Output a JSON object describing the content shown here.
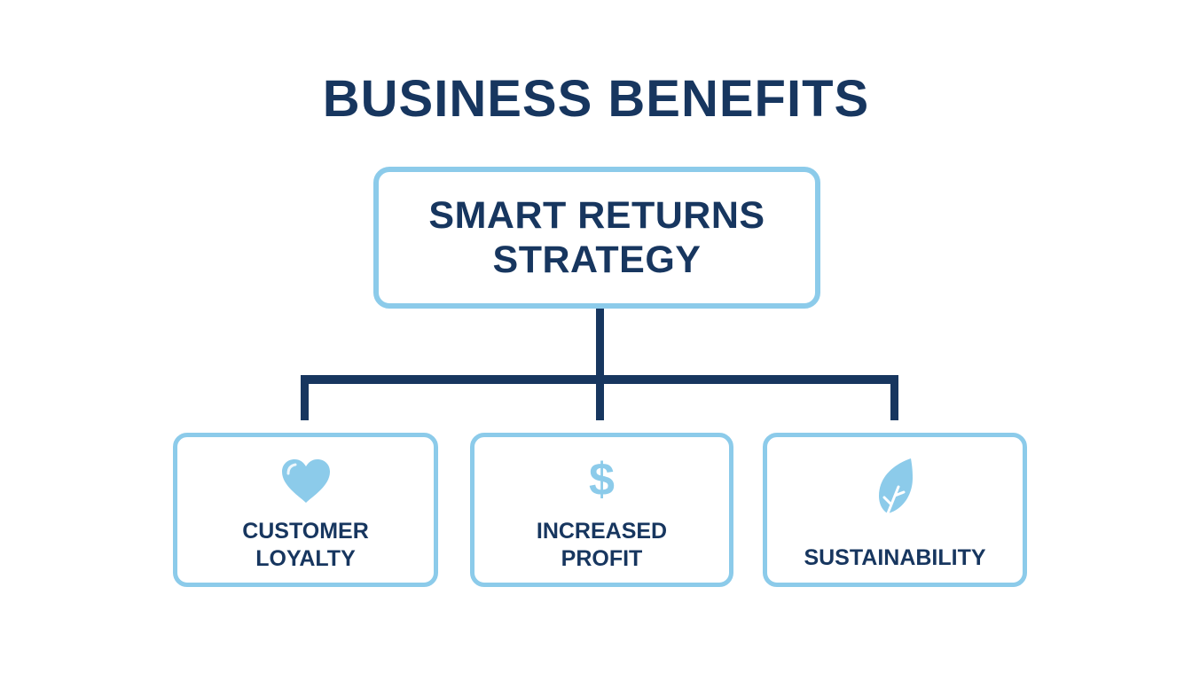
{
  "title": "BUSINESS BENEFITS",
  "root": {
    "lines": [
      "SMART RETURNS",
      "STRATEGY"
    ]
  },
  "benefits": [
    {
      "icon": "heart-icon",
      "lines": [
        "CUSTOMER",
        "LOYALTY"
      ]
    },
    {
      "icon": "dollar-icon",
      "glyph": "$",
      "lines": [
        "INCREASED",
        "PROFIT"
      ]
    },
    {
      "icon": "leaf-icon",
      "lines": [
        "SUSTAINABILITY"
      ]
    }
  ],
  "colors": {
    "text": "#17365f",
    "border": "#8ccbea",
    "icon": "#8ccbea",
    "connector": "#17365f",
    "background": "#ffffff"
  }
}
